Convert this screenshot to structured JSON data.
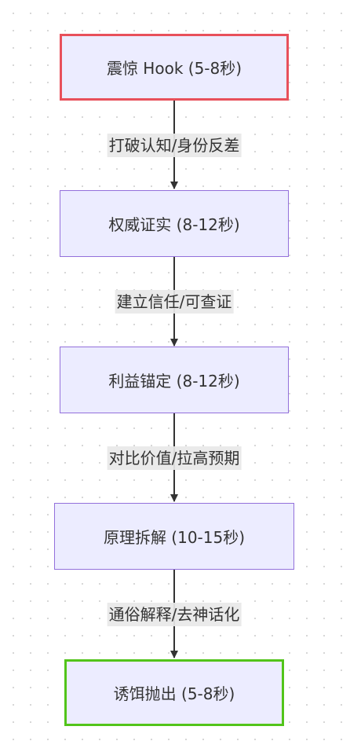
{
  "nodes": [
    {
      "id": "hook",
      "label": "震惊 Hook (5-8秒)"
    },
    {
      "id": "authority",
      "label": "权威证实 (8-12秒)"
    },
    {
      "id": "benefit",
      "label": "利益锚定 (8-12秒)"
    },
    {
      "id": "principle",
      "label": "原理拆解 (10-15秒)"
    },
    {
      "id": "bait",
      "label": "诱饵抛出 (5-8秒)"
    }
  ],
  "edges": [
    {
      "from": "hook",
      "to": "authority",
      "label": "打破认知/身份反差"
    },
    {
      "from": "authority",
      "to": "benefit",
      "label": "建立信任/可查证"
    },
    {
      "from": "benefit",
      "to": "principle",
      "label": "对比价值/拉高预期"
    },
    {
      "from": "principle",
      "to": "bait",
      "label": "通俗解释/去神话化"
    }
  ],
  "colors": {
    "node_fill": "#ececff",
    "node_border": "#9370db",
    "start_border": "#e8505b",
    "end_border": "#52c41a",
    "edge_line": "#333333",
    "edge_label_bg": "#e8e8e8"
  }
}
